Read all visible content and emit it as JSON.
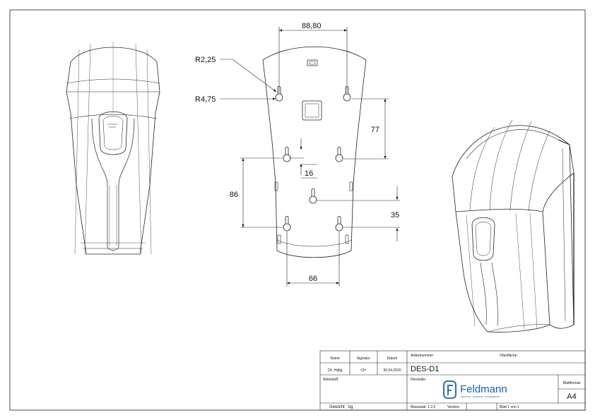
{
  "drawing": {
    "dimensions": {
      "width_top": "88,80",
      "radius_small": "R2,25",
      "radius_large": "R4,75",
      "vertical_right": "77",
      "small_offset": "16",
      "vertical_left": "86",
      "vertical_lower_right": "35",
      "width_bottom": "66"
    }
  },
  "title_block": {
    "col_name": "Name",
    "col_signature": "Signatur",
    "col_date": "Datum",
    "name_value": "Ch. Häfig",
    "signature_value": "CH",
    "date_value": "30.04.2020",
    "article_label": "Artikelnummer",
    "article_value": "DES-D1",
    "surface_label": "Oberfläche:",
    "material_label": "Werkstoff:",
    "manufacturer_label": "Hersteller",
    "logo_text": "Feldmann",
    "logo_tagline": "EDELSTAHL · ALUMINIUM · SCHMIEDEEISEN",
    "format_label": "Blattformat",
    "format_value": "A4",
    "weight_label": "Gewicht",
    "weight_unit": "kg",
    "scale_label": "Massstab: 1:2,5",
    "version_label": "Version:",
    "sheet_label": "Blatt 1 von 1"
  }
}
